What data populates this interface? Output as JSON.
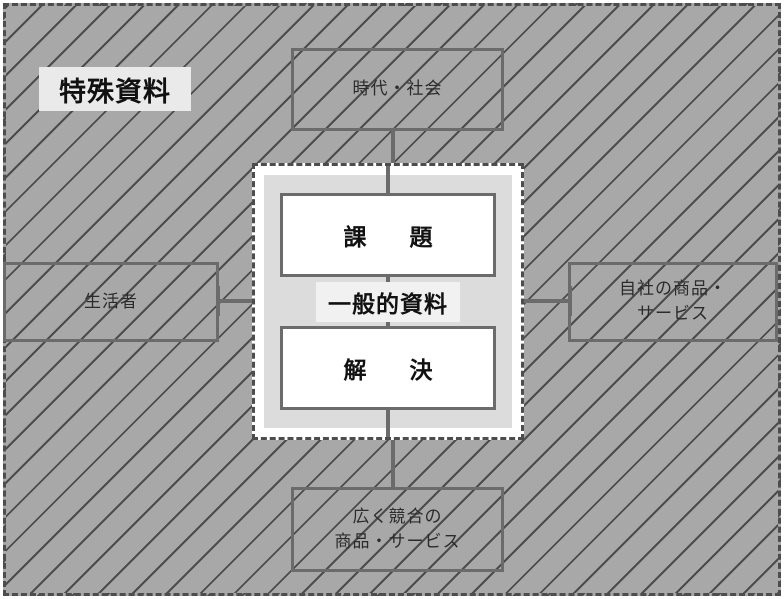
{
  "diagram": {
    "title": "特殊資料",
    "center": {
      "label": "一般的資料",
      "top_box": "課　題",
      "bottom_box": "解　決"
    },
    "satellites": {
      "top": "時代・社会",
      "left": "生活者",
      "right_line1": "自社の商品・",
      "right_line2": "サービス",
      "bottom_line1": "広く競合の",
      "bottom_line2": "商品・サービス"
    },
    "colors": {
      "hatch_fill": "#a8a8a8",
      "hatch_line": "#464646",
      "border": "#6b6b6b",
      "dashed_border": "#4d4d4d",
      "center_inner": "#dcdcdc",
      "box_fill": "#ffffff",
      "chip_fill": "#eaeaea",
      "text": "#111111"
    }
  }
}
